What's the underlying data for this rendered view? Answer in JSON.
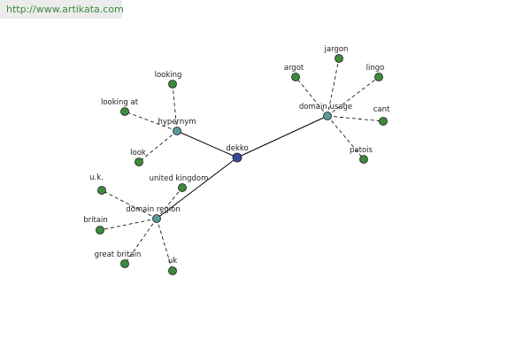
{
  "site": {
    "url": "http://www.artikata.com"
  },
  "graph": {
    "center": "dekko",
    "hubs": [
      {
        "label": "hypernym",
        "leaves": [
          "looking",
          "looking at",
          "look"
        ]
      },
      {
        "label": "domain usage",
        "leaves": [
          "argot",
          "jargon",
          "lingo",
          "cant",
          "patois"
        ]
      },
      {
        "label": "domain region",
        "leaves": [
          "u.k.",
          "united kingdom",
          "britain",
          "great britain",
          "uk"
        ]
      }
    ]
  },
  "colors": {
    "center": "#3b4a96",
    "hub": "#5a9a9a",
    "leaf": "#3f8a3f",
    "edge": "#000000",
    "url": "#3d8a3d",
    "banner": "#ececec"
  }
}
